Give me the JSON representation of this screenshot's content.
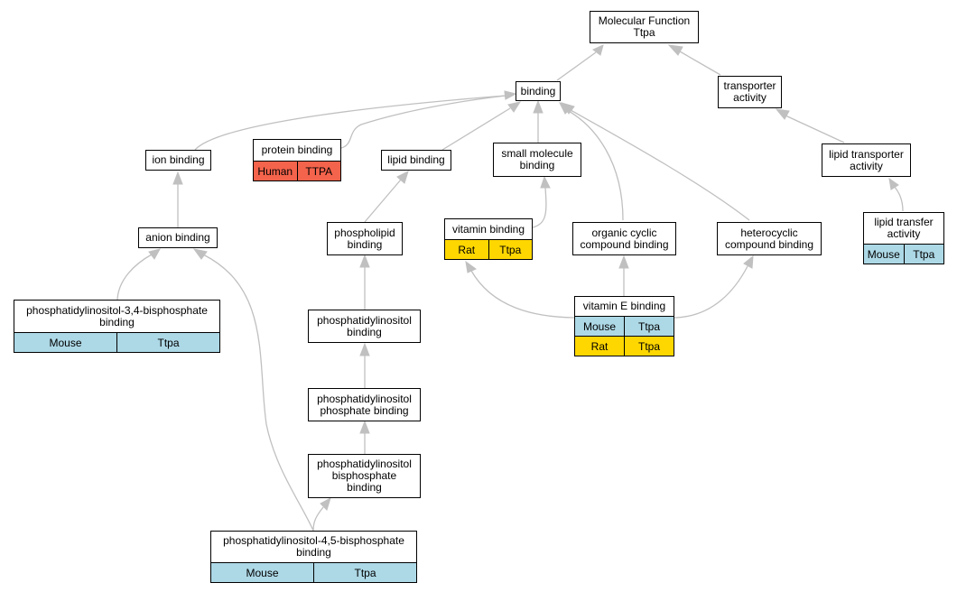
{
  "colors": {
    "edge": "#c0c0c0",
    "human": "#f4634b",
    "mouse": "#add8e6",
    "rat": "#ffd700"
  },
  "nodes": {
    "molecular_function": {
      "label": "Molecular Function\nTtpa"
    },
    "binding": {
      "label": "binding"
    },
    "transporter_activity": {
      "label": "transporter\nactivity"
    },
    "ion_binding": {
      "label": "ion binding"
    },
    "protein_binding": {
      "label": "protein binding",
      "annotations": [
        [
          "Human",
          "TTPA"
        ]
      ]
    },
    "lipid_binding": {
      "label": "lipid binding"
    },
    "small_molecule_binding": {
      "label": "small molecule\nbinding"
    },
    "lipid_transporter_activity": {
      "label": "lipid transporter\nactivity"
    },
    "anion_binding": {
      "label": "anion binding"
    },
    "phospholipid_binding": {
      "label": "phospholipid\nbinding"
    },
    "vitamin_binding": {
      "label": "vitamin binding",
      "annotations": [
        [
          "Rat",
          "Ttpa"
        ]
      ]
    },
    "organic_cyclic_compound_binding": {
      "label": "organic cyclic\ncompound binding"
    },
    "heterocyclic_compound_binding": {
      "label": "heterocyclic\ncompound binding"
    },
    "lipid_transfer_activity": {
      "label": "lipid transfer\nactivity",
      "annotations": [
        [
          "Mouse",
          "Ttpa"
        ]
      ]
    },
    "pi34bp_binding": {
      "label": "phosphatidylinositol-3,4-bisphosphate\nbinding",
      "annotations": [
        [
          "Mouse",
          "Ttpa"
        ]
      ]
    },
    "vitamin_e_binding": {
      "label": "vitamin E binding",
      "annotations": [
        [
          "Mouse",
          "Ttpa"
        ],
        [
          "Rat",
          "Ttpa"
        ]
      ]
    },
    "pi_binding": {
      "label": "phosphatidylinositol\nbinding"
    },
    "pip_binding": {
      "label": "phosphatidylinositol\nphosphate binding"
    },
    "pibp_binding": {
      "label": "phosphatidylinositol\nbisphosphate\nbinding"
    },
    "pi45bp_binding": {
      "label": "phosphatidylinositol-4,5-bisphosphate\nbinding",
      "annotations": [
        [
          "Mouse",
          "Ttpa"
        ]
      ]
    }
  }
}
